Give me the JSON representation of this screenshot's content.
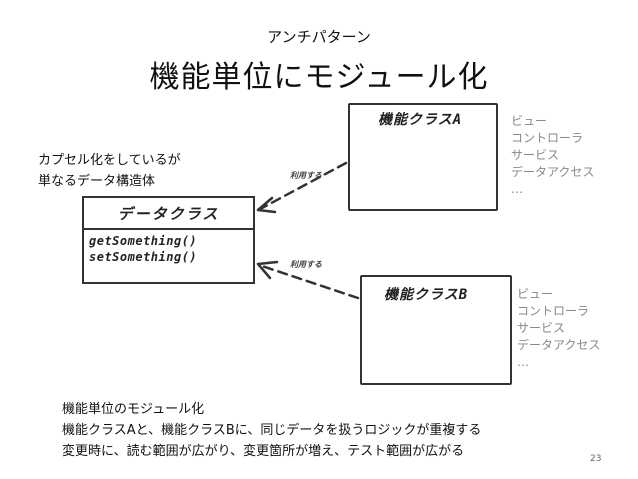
{
  "slide": {
    "subtitle": "アンチパターン",
    "title": "機能単位にモジュール化",
    "note_lines": [
      "カプセル化をしているが",
      "単なるデータ構造体"
    ],
    "data_class": {
      "label": "データクラス",
      "methods": [
        "getSomething()",
        "setSomething()"
      ]
    },
    "class_a": {
      "label": "機能クラスA",
      "layers": [
        "ビュー",
        "コントローラ",
        "サービス",
        "データアクセス",
        "…"
      ]
    },
    "class_b": {
      "label": "機能クラスB",
      "layers": [
        "ビュー",
        "コントローラ",
        "サービス",
        "データアクセス",
        "…"
      ]
    },
    "uses_label_a": "利用する",
    "uses_label_b": "利用する",
    "bottom_lines": [
      "機能単位のモジュール化",
      "機能クラスAと、機能クラスBに、同じデータを扱うロジックが重複する",
      "変更時に、読む範囲が広がり、変更箇所が増え、テスト範囲が広がる"
    ],
    "page_number": "23"
  }
}
